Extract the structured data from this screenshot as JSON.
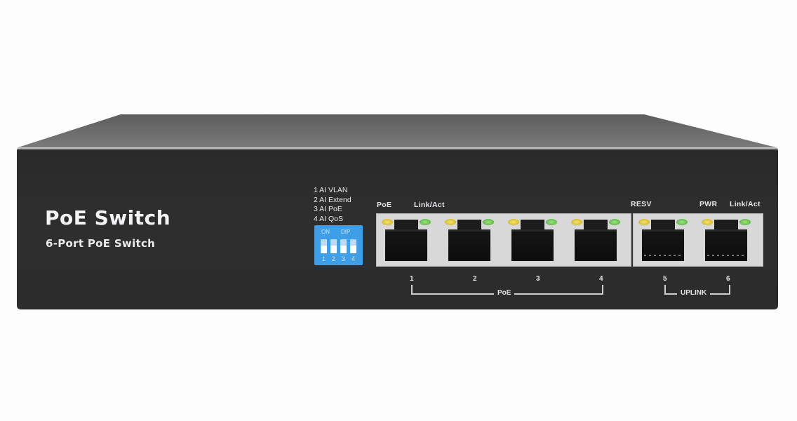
{
  "product": {
    "title": "PoE Switch",
    "subtitle": "6-Port PoE Switch"
  },
  "dip_switch": {
    "legend": [
      "1 AI VLAN",
      "2 AI Extend",
      "3 AI PoE",
      "4 AI QoS"
    ],
    "on_label": "ON",
    "dip_label": "DIP",
    "switch_numbers": [
      "1",
      "2",
      "3",
      "4"
    ],
    "color": "#3f9ee8"
  },
  "indicator_labels": {
    "poe": "PoE",
    "link_act_left": "Link/Act",
    "resv": "RESV",
    "pwr": "PWR",
    "link_act_right": "Link/Act"
  },
  "ports": [
    {
      "number": "1",
      "group": "PoE",
      "led_left": "yellow",
      "led_right": "green"
    },
    {
      "number": "2",
      "group": "PoE",
      "led_left": "yellow",
      "led_right": "green"
    },
    {
      "number": "3",
      "group": "PoE",
      "led_left": "yellow",
      "led_right": "green"
    },
    {
      "number": "4",
      "group": "PoE",
      "led_left": "yellow",
      "led_right": "green"
    },
    {
      "number": "5",
      "group": "UPLINK",
      "led_left": "yellow",
      "led_right": "green"
    },
    {
      "number": "6",
      "group": "UPLINK",
      "led_left": "yellow",
      "led_right": "green"
    }
  ],
  "port_groups": {
    "poe_label": "PoE",
    "uplink_label": "UPLINK"
  },
  "colors": {
    "chassis": "#2c2c2c",
    "top_surface": "#6e6e6e",
    "led_yellow": "#e6c82e",
    "led_green": "#6cc54f",
    "background": "#fdfdfd"
  }
}
